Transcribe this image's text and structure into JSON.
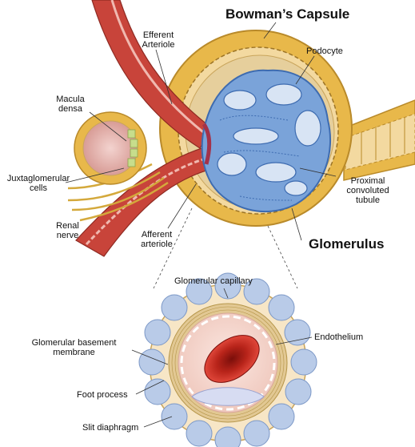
{
  "diagram": {
    "labels": {
      "bowmans_capsule": "Bowman’s Capsule",
      "efferent_arteriole": "Efferent\nArteriole",
      "podocyte": "Podocyte",
      "macula_densa": "Macula\ndensa",
      "juxtaglomerular_cells": "Juxtaglomerular\ncells",
      "proximal_convoluted_tubule": "Proximal\nconvoluted\ntubule",
      "renal_nerve": "Renal\nnerve",
      "afferent_arteriole": "Afferent\narteriole",
      "glomerulus": "Glomerulus",
      "glomerular_capillary": "Glomerular capillary",
      "glomerular_basement_membrane": "Glomerular basement\nmembrane",
      "endothelium": "Endothelium",
      "foot_process": "Foot process",
      "slit_diaphragm": "Slit diaphragm"
    },
    "colors": {
      "capsule": "#e8b84a",
      "capsule_inner": "#f3d9a0",
      "glomerulus_blue": "#7aa3d9",
      "glomerulus_dark": "#3d6bb0",
      "arteriole_red": "#c8443a",
      "arteriole_light": "#f0b9b0",
      "red_cell": "#c0281e",
      "podocyte_cell": "#b9cbe8",
      "basement": "#e2c893"
    }
  }
}
